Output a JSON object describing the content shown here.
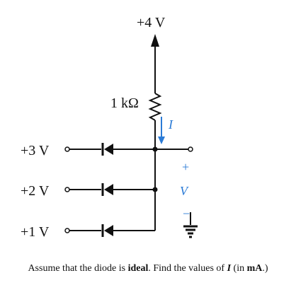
{
  "circuit": {
    "supply_label": "+4 V",
    "resistor_label": "1 kΩ",
    "current_label": "I",
    "inputs": [
      "+3 V",
      "+2 V",
      "+1 V"
    ],
    "output_plus": "+",
    "output_voltage": "V",
    "output_minus": "−",
    "current_color": "#2b7bd6"
  },
  "caption": {
    "part1": "Assume that the diode is ",
    "emphasis": "ideal",
    "part2": ". Find the values of ",
    "variable": "I",
    "part3": " (in ",
    "unit": "mA",
    "part4": ".)"
  }
}
